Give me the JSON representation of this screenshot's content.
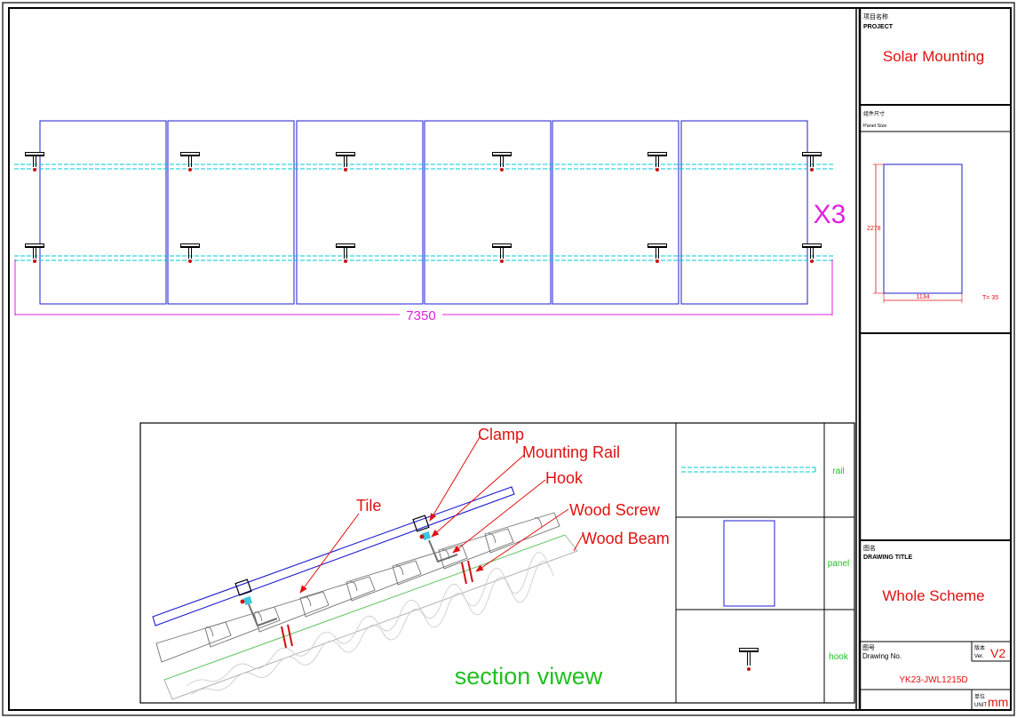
{
  "title_block": {
    "project_label_cn": "项目名称",
    "project_label_en": "PROJECT",
    "project_name": "Solar Mounting",
    "panel_size_label_cn": "组件尺寸",
    "panel_size_label_en": "Panel Size",
    "panel_height": "2278",
    "panel_width": "1134",
    "panel_thickness": "T= 35",
    "drawing_title_label_cn": "图名",
    "drawing_title_label_en": "DRAWING TITLE",
    "drawing_title": "Whole Scheme",
    "drawing_no_label_cn": "图号",
    "drawing_no_label_en": "Drawing No.",
    "drawing_no": "YK23-JWL1215D",
    "version_label_cn": "版本",
    "version_label_en": "Ver.",
    "version": "V2",
    "unit_label_cn": "单位",
    "unit_label_en": "UNIT",
    "unit": "mm"
  },
  "plan_view": {
    "total_length": "7350",
    "multiplier": "X3"
  },
  "section_view": {
    "caption": "section viwew",
    "callouts": {
      "clamp": "Clamp",
      "mounting_rail": "Mounting Rail",
      "hook": "Hook",
      "tile": "Tile",
      "wood_screw": "Wood Screw",
      "wood_beam": "Wood Beam"
    }
  },
  "legend": {
    "rail": "rail",
    "panel": "panel",
    "hook": "hook"
  },
  "colors": {
    "panel": "#1c1cd0",
    "rail": "#00c8d8",
    "dimension": "#e020e0",
    "callout": "#e01010",
    "legend_text": "#20c020",
    "frame": "#000000"
  }
}
